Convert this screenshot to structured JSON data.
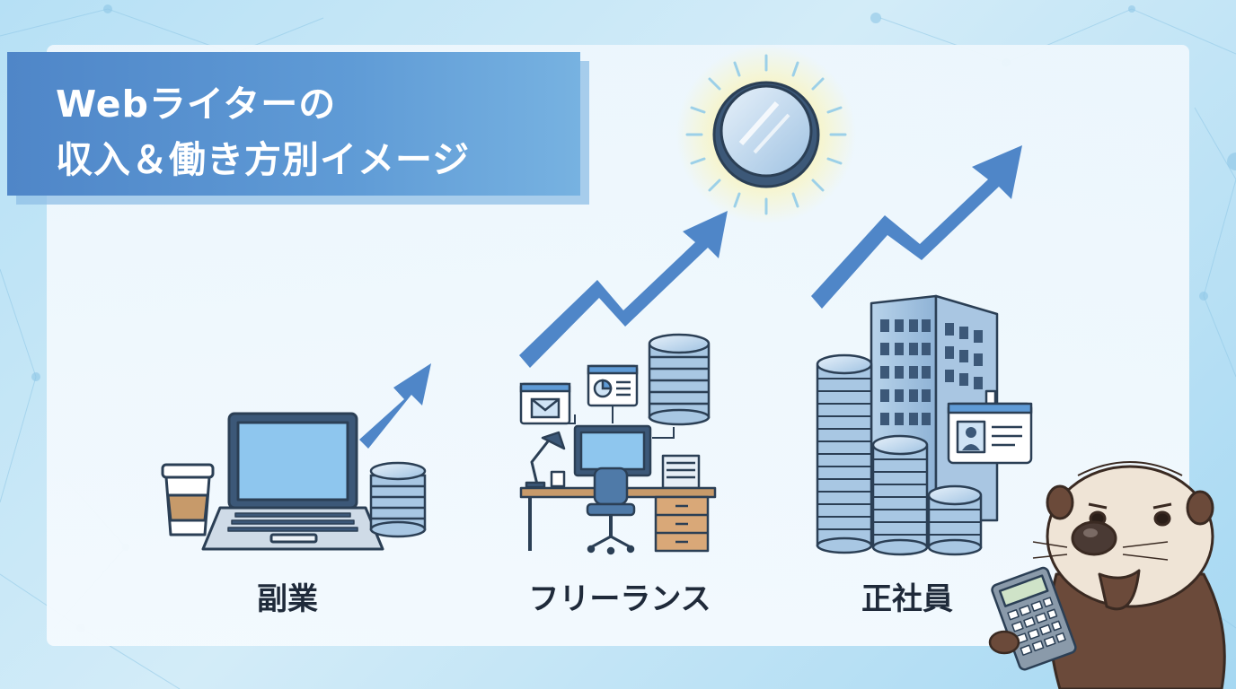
{
  "title": {
    "line1": "Webライターの",
    "line2": "収入＆働き方別イメージ"
  },
  "categories": [
    {
      "label": "副業"
    },
    {
      "label": "フリーランス"
    },
    {
      "label": "正社員"
    }
  ],
  "colors": {
    "title_bg": "#5a93d0",
    "arrow": "#4f86c8",
    "coin": "#b9d4ea",
    "coin_edge": "#2b3f55",
    "label_text": "#1f2a3a"
  },
  "icons": [
    "coffee-cup-icon",
    "laptop-icon",
    "coin-stack-icon",
    "growth-arrow-icon",
    "email-window-icon",
    "chart-window-icon",
    "desk-icon",
    "office-chair-icon",
    "sun-coin-icon",
    "office-building-icon",
    "id-badge-icon",
    "sea-otter-mascot",
    "calculator-icon"
  ]
}
